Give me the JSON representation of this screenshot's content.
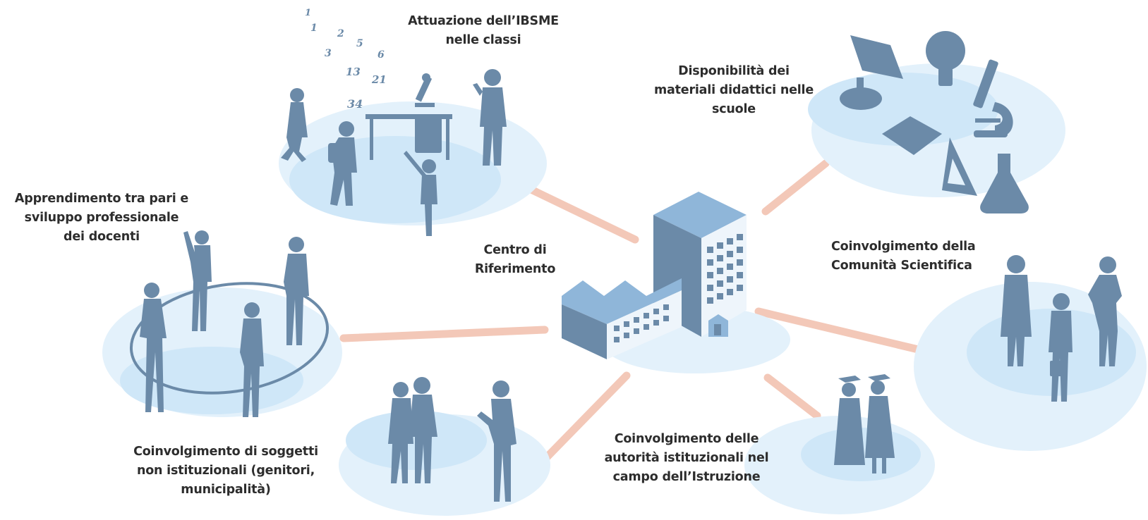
{
  "hub": {
    "label_lines": [
      "Centro di",
      "Riferimento"
    ]
  },
  "nodes": [
    {
      "id": "classroom",
      "label_lines": [
        "Attuazione dell’IBSME",
        "nelle classi"
      ]
    },
    {
      "id": "materials",
      "label_lines": [
        "Disponibilità dei",
        "materiali didattici nelle",
        "scuole"
      ]
    },
    {
      "id": "peer-learning",
      "label_lines": [
        "Apprendimento tra pari e",
        "sviluppo professionale",
        "dei docenti"
      ]
    },
    {
      "id": "scientific-community",
      "label_lines": [
        "Coinvolgimento della",
        "Comunità Scientifica"
      ]
    },
    {
      "id": "non-institutional",
      "label_lines": [
        "Coinvolgimento di soggetti",
        "non istituzionali (genitori,",
        "municipalità)"
      ]
    },
    {
      "id": "authorities",
      "label_lines": [
        "Coinvolgimento delle",
        "autorità istituzionali nel",
        "campo dell’Istruzione"
      ]
    }
  ],
  "floating_numbers": [
    "1",
    "1",
    "2",
    "5",
    "6",
    "3",
    "13",
    "21",
    "34"
  ],
  "icons": {
    "hub": "school-building-icon",
    "classroom": "classroom-people-icon",
    "materials": "teaching-materials-icon",
    "peer-learning": "teachers-group-icon",
    "scientific-community": "scientists-icon",
    "non-institutional": "parents-citizens-icon",
    "authorities": "graduates-icon"
  },
  "colors": {
    "connector": "#f3c8b8",
    "silhouette": "#6b8aa8",
    "blob_light": "#e3f1fb",
    "blob_mid": "#cfe7f8",
    "label": "#2d2d2d"
  }
}
